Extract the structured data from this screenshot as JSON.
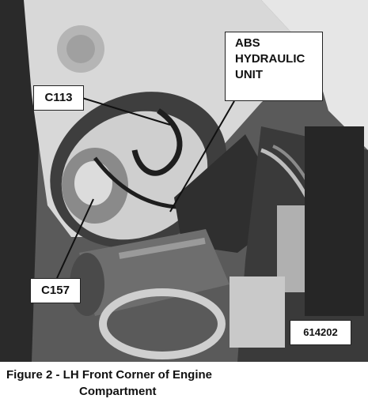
{
  "figure": {
    "callouts": {
      "c113": "C113",
      "abs_lines": [
        "ABS",
        "HYDRAULIC",
        "UNIT"
      ],
      "c157": "C157",
      "figure_code": "614202"
    },
    "caption": {
      "line1": "Figure 2 - LH Front Corner of Engine",
      "line2": "Compartment"
    }
  }
}
